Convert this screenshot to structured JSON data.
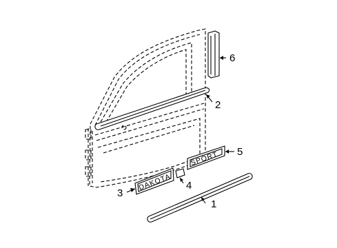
{
  "callouts": {
    "part1": "1",
    "part2": "2",
    "part3": "3",
    "part4": "4",
    "part5": "5",
    "part6": "6"
  },
  "emblems": {
    "part3_text": "DAKOTA",
    "part5_text": "SPORT"
  }
}
